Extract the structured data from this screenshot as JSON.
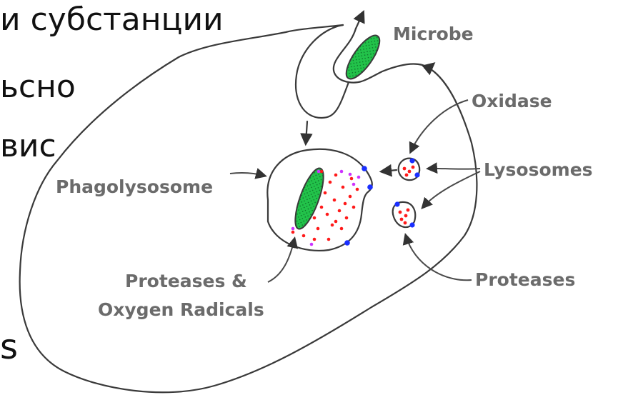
{
  "slide_text": {
    "line1": "и субстанции",
    "line2": "ьсно",
    "line3": "вис",
    "line4": "s"
  },
  "labels": {
    "microbe": "Microbe",
    "oxidase": "Oxidase",
    "lysosomes": "Lysosomes",
    "phagolysosome": "Phagolysosome",
    "proteases": "Proteases",
    "proteases_radicals_1": "Proteases &",
    "proteases_radicals_2": "Oxygen Radicals"
  },
  "colors": {
    "microbe_fill": "#22c24a",
    "protease_dot": "#ff1a1a",
    "oxidase_dot": "#1a2fff",
    "radical_dot": "#cc33ff",
    "label_text": "#6b6b6b"
  }
}
